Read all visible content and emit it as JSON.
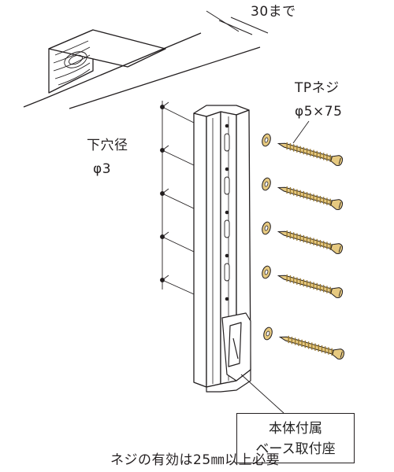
{
  "diagram": {
    "dimension_label": "30まで",
    "screw": {
      "name": "TPネジ",
      "size": "φ5×75"
    },
    "pilot_hole": {
      "name": "下穴径",
      "size": "φ3"
    },
    "base_mount": {
      "line1": "本体付属",
      "line2": "ベース取付座"
    },
    "note": "ネジの有効は25㎜以上必要",
    "screw_count": 5,
    "colors": {
      "line": "#231f20",
      "screw_fill": "#e6c980",
      "screw_thread": "#9a7a30"
    }
  }
}
